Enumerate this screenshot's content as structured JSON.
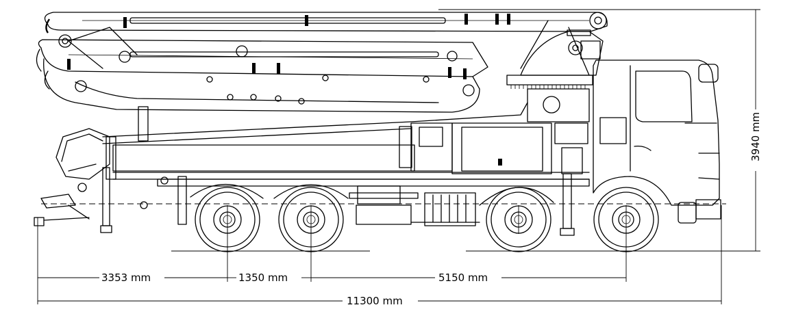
{
  "dimensions": {
    "front_overhang": "3353 mm",
    "axle_spacing_rear": "1350 mm",
    "wheelbase": "5150 mm",
    "overall_length": "11300 mm",
    "overall_height": "3940 mm"
  }
}
